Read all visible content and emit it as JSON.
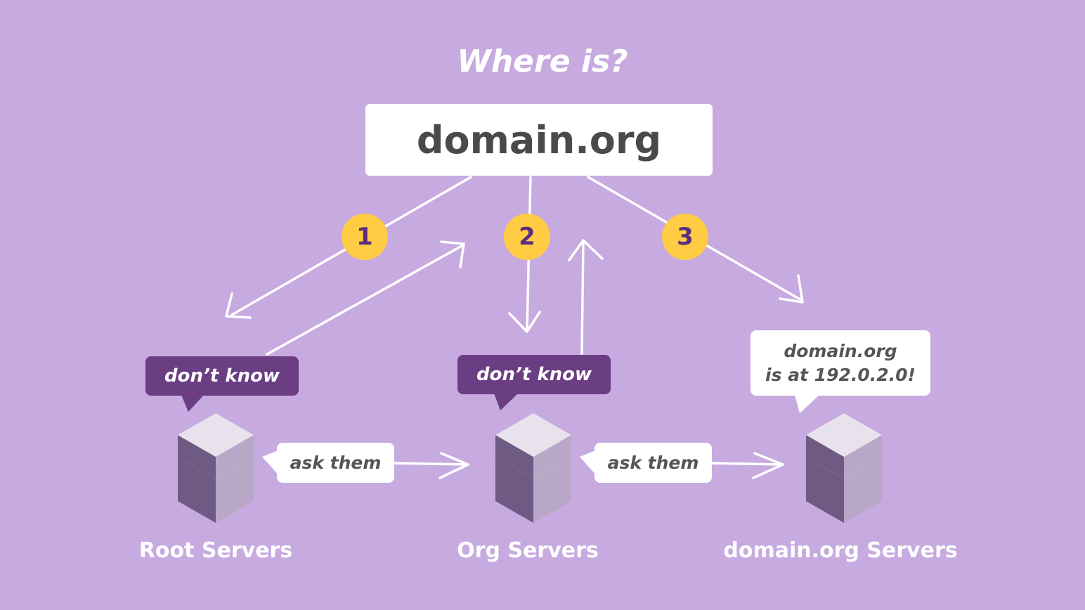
{
  "title": "Where is?",
  "domain": "domain.org",
  "steps": [
    "1",
    "2",
    "3"
  ],
  "responses": {
    "root": "don’t know",
    "org": "don’t know",
    "final_line1": "domain.org",
    "final_line2": "is at 192.0.2.0!"
  },
  "referrals": [
    "ask them",
    "ask them"
  ],
  "servers": [
    "Root Servers",
    "Org Servers",
    "domain.org Servers"
  ],
  "colors": {
    "background": "#c6aae0",
    "step_badge": "#ffcc44",
    "dark_bubble": "#6b3d82",
    "server_top": "#e8e2ec",
    "server_side_dark": "#6e5a82",
    "server_side_light": "#b9a7c8"
  }
}
